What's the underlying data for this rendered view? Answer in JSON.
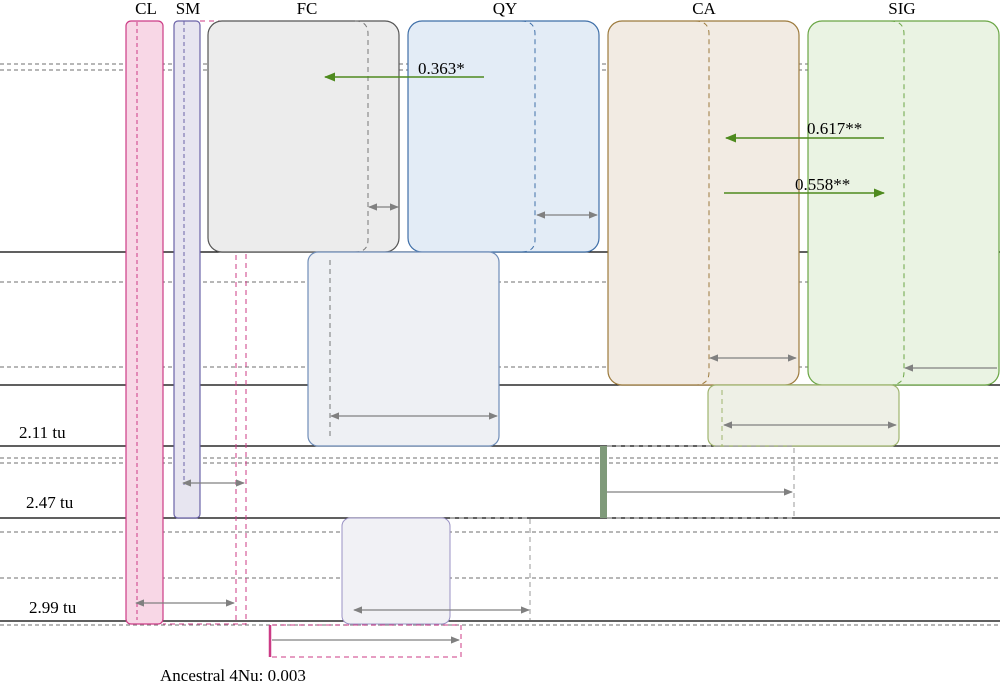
{
  "populations": [
    {
      "id": "CL",
      "label": "CL",
      "fill": "#f8d7e6",
      "stroke": "#cc3b86"
    },
    {
      "id": "SM",
      "label": "SM",
      "fill": "#e7e5f0",
      "stroke": "#6b63a8"
    },
    {
      "id": "FC",
      "label": "FC",
      "fill": "#ececec",
      "stroke": "#555555"
    },
    {
      "id": "QY",
      "label": "QY",
      "fill": "#e3ecf6",
      "stroke": "#3f6fa8"
    },
    {
      "id": "CA",
      "label": "CA",
      "fill": "#f2ebe3",
      "stroke": "#9c7a3c"
    },
    {
      "id": "SIG",
      "label": "SIG",
      "fill": "#eaf3e3",
      "stroke": "#6aa544"
    }
  ],
  "ancestral_boxes": {
    "fc_qy": {
      "fill": "#eef0f4",
      "stroke": "#6f8db8"
    },
    "ca_sig": {
      "fill": "#eef0e6",
      "stroke": "#9fb36e"
    },
    "lower": {
      "fill": "#f1f1f5",
      "stroke": "#9a92c4"
    },
    "root": {
      "stroke": "#cc3b86"
    },
    "bar": {
      "fill": "#7f9a7a"
    }
  },
  "time_labels": {
    "t1": "2.11 tu",
    "t2": "2.47 tu",
    "t3": "2.99 tu"
  },
  "migrations": {
    "fc_qy": "0.363*",
    "sig_ca": "0.617**",
    "ca_sig": "0.558**",
    "color": "#4e8a1e"
  },
  "ancestral_note": "Ancestral 4Nu: 0.003",
  "colors": {
    "arrow_gray": "#808080",
    "line": "#000000",
    "dashed": "#8c8c8c"
  }
}
